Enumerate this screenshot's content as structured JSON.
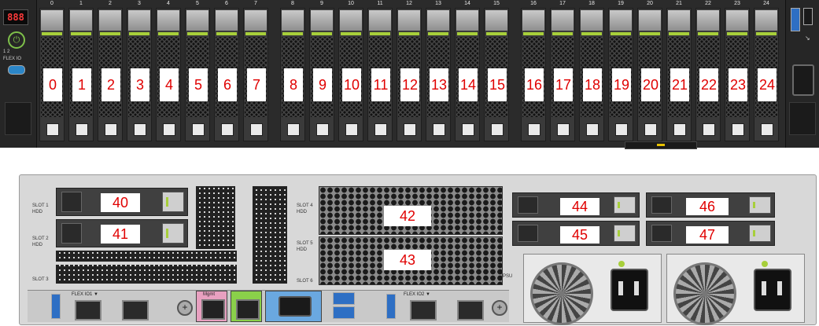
{
  "front": {
    "lcd_text": "888",
    "power_glyph": "⏻",
    "indicator_text": "1 2",
    "flex_label": "FLEX IO",
    "slot_numbers": [
      "0",
      "1",
      "2",
      "3",
      "4",
      "5",
      "6",
      "7",
      "8",
      "9",
      "10",
      "11",
      "12",
      "13",
      "14",
      "15",
      "16",
      "17",
      "18",
      "19",
      "20",
      "21",
      "22",
      "23",
      "24"
    ],
    "bay_labels": [
      "0",
      "1",
      "2",
      "3",
      "4",
      "5",
      "6",
      "7",
      "8",
      "9",
      "10",
      "11",
      "12",
      "13",
      "14",
      "15",
      "16",
      "17",
      "18",
      "19",
      "20",
      "21",
      "22",
      "23",
      "24"
    ]
  },
  "rear": {
    "slots": {
      "slot1": "SLOT 1",
      "slot2": "SLOT 2",
      "slot3": "SLOT 3",
      "slot4": "SLOT 4",
      "slot5": "SLOT 5",
      "slot6": "SLOT 6"
    },
    "hdd_labels": {
      "a": "HDD",
      "b": "HDD",
      "c": "HDD",
      "d": "HDD"
    },
    "bay_labels": {
      "b40": "40",
      "b41": "41",
      "b42": "42",
      "b43": "43",
      "b44": "44",
      "b45": "45",
      "b46": "46",
      "b47": "47"
    },
    "flex_io1": "FLEX IO1 ▼",
    "flex_io2": "FLEX IO2 ▼",
    "mgmt": "Mgmt",
    "psu_label": "PSU"
  },
  "colors": {
    "accent_green": "#a7cf3a",
    "label_red": "#e00000",
    "usb_blue": "#2e6fc4"
  }
}
